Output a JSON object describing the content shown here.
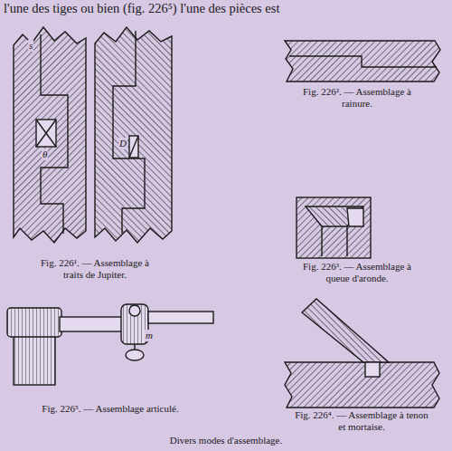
{
  "diagram": {
    "caption": "Divers modes d'assemblage.",
    "labels": [
      "l'une des tiges ou bien (fig. 226⁵) l'une des pièces est",
      "Fig. 226¹. — Assemblage à traits de Jupiter.",
      "Fig. 226². — Assemblage à rainure.",
      "Fig. 226³. — Assemblage à queue d'aronde.",
      "Fig. 226⁵. — Assemblage articulé.",
      "Fig. 226⁴. — Assemblage à tenon et mortaise.",
      "s",
      "θ",
      "D",
      "m"
    ]
  }
}
